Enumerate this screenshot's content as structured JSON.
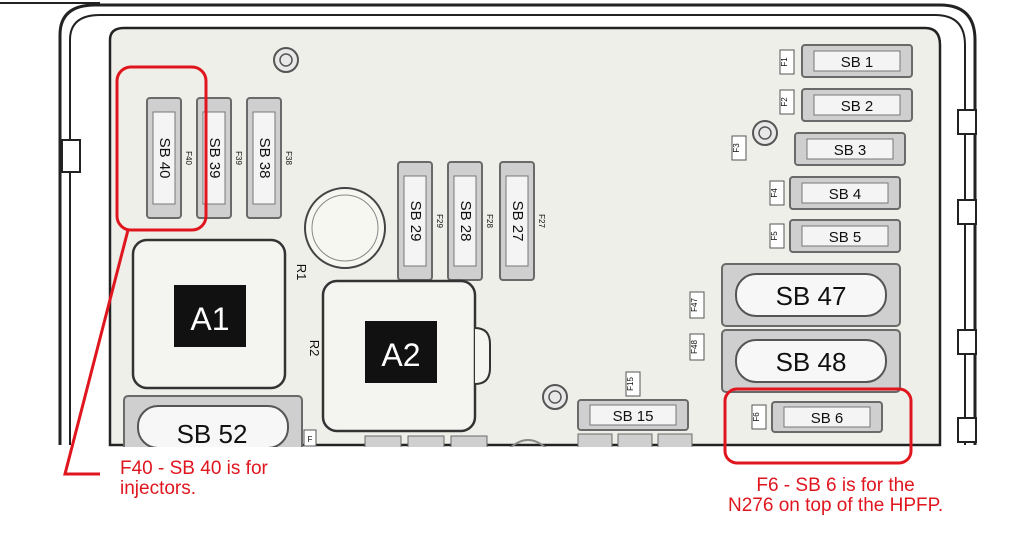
{
  "colors": {
    "panel": "#efefea",
    "fuse": "#cfcfcf",
    "fuse_edge": "#6a6a6a",
    "highlight": "#e0161f",
    "relay_label_bg": "#111111"
  },
  "vertical_fuses_left": [
    {
      "label": "SB 40",
      "tag": "F40"
    },
    {
      "label": "SB 39",
      "tag": "F39"
    },
    {
      "label": "SB 38",
      "tag": "F38"
    }
  ],
  "vertical_fuses_mid": [
    {
      "label": "SB 29",
      "tag": "F29"
    },
    {
      "label": "SB 28",
      "tag": "F28"
    },
    {
      "label": "SB 27",
      "tag": "F27"
    }
  ],
  "horizontal_fuses_right": [
    {
      "label": "SB 1",
      "tag": "F1"
    },
    {
      "label": "SB 2",
      "tag": "F2"
    },
    {
      "label": "SB 3",
      "tag": "F3"
    },
    {
      "label": "SB 4",
      "tag": "F4"
    },
    {
      "label": "SB 5",
      "tag": "F5"
    }
  ],
  "large_fuses": [
    {
      "label": "SB 47",
      "tag": "F47"
    },
    {
      "label": "SB 48",
      "tag": "F48"
    },
    {
      "label": "SB 52",
      "tag": "F"
    }
  ],
  "small_fuses_bottom": [
    {
      "label": "SB 15",
      "tag": "F15"
    },
    {
      "label": "SB 6",
      "tag": "F6"
    }
  ],
  "relays": [
    {
      "label": "A1",
      "tag": "R1"
    },
    {
      "label": "A2",
      "tag": "R2"
    }
  ],
  "annotations": {
    "left": "F40 - SB 40 is for\ninjectors.",
    "right": "F6 - SB 6 is for the\nN276 on top of the HPFP."
  }
}
